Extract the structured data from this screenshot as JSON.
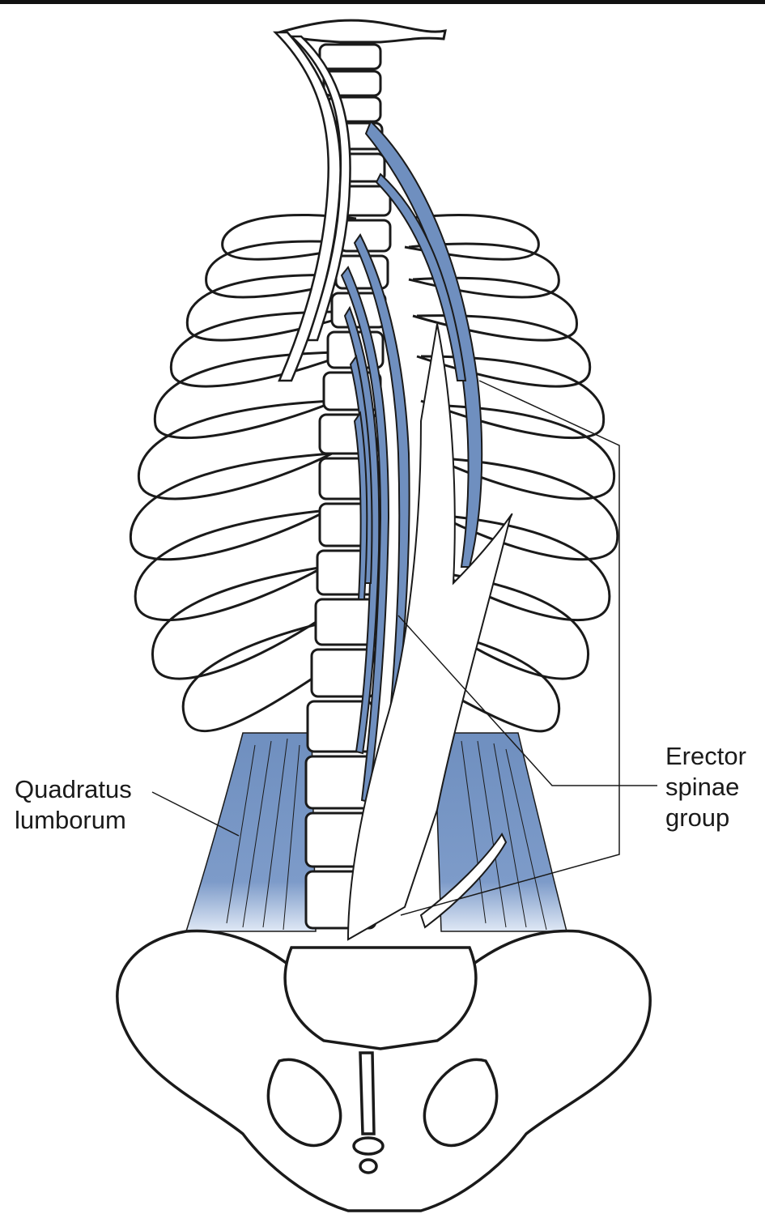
{
  "labels": {
    "quadratus_lumborum": {
      "line1": "Quadratus",
      "line2": "lumborum"
    },
    "erector_spinae": {
      "line1": "Erector",
      "line2": "spinae",
      "line3": "group"
    }
  },
  "colors": {
    "muscle": "#6f8fbf",
    "muscle_light": "#a9bfe0",
    "outline": "#1a1a1a",
    "bone": "#ffffff"
  }
}
